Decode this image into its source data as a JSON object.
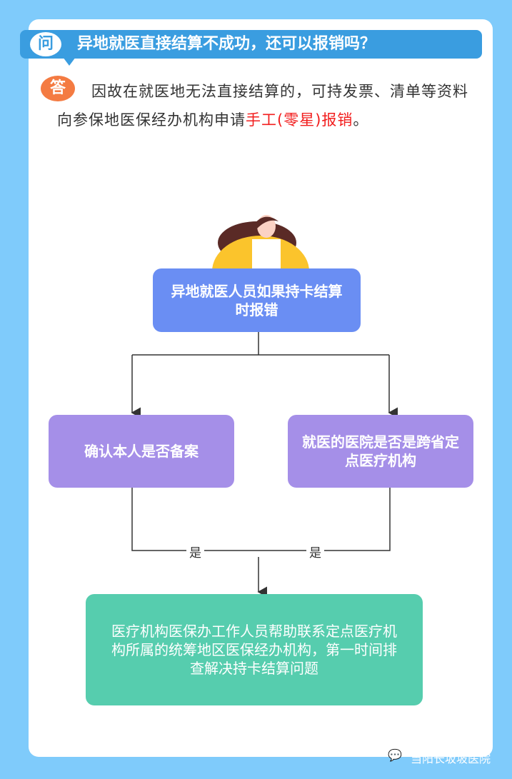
{
  "question": {
    "icon": "问",
    "text": "异地就医直接结算不成功，还可以报销吗？"
  },
  "answer": {
    "icon": "答",
    "text": "因故在就医地无法直接结算的，可持发票、清单等资料向参保地医保经办机构申请",
    "highlight": "手工(零星)报销",
    "end": "。"
  },
  "flow": {
    "top": "异地就医人员如果持卡结算时报错",
    "left": "确认本人是否备案",
    "right": "就医的医院是否是跨省定点医疗机构",
    "yes_left": "是",
    "yes_right": "是",
    "bottom": "医疗机构医保办工作人员帮助联系定点医疗机构所属的统筹地区医保经办机构，第一时间排查解决持卡结算问题"
  },
  "footer": {
    "account": "当阳长坂坡医院"
  }
}
